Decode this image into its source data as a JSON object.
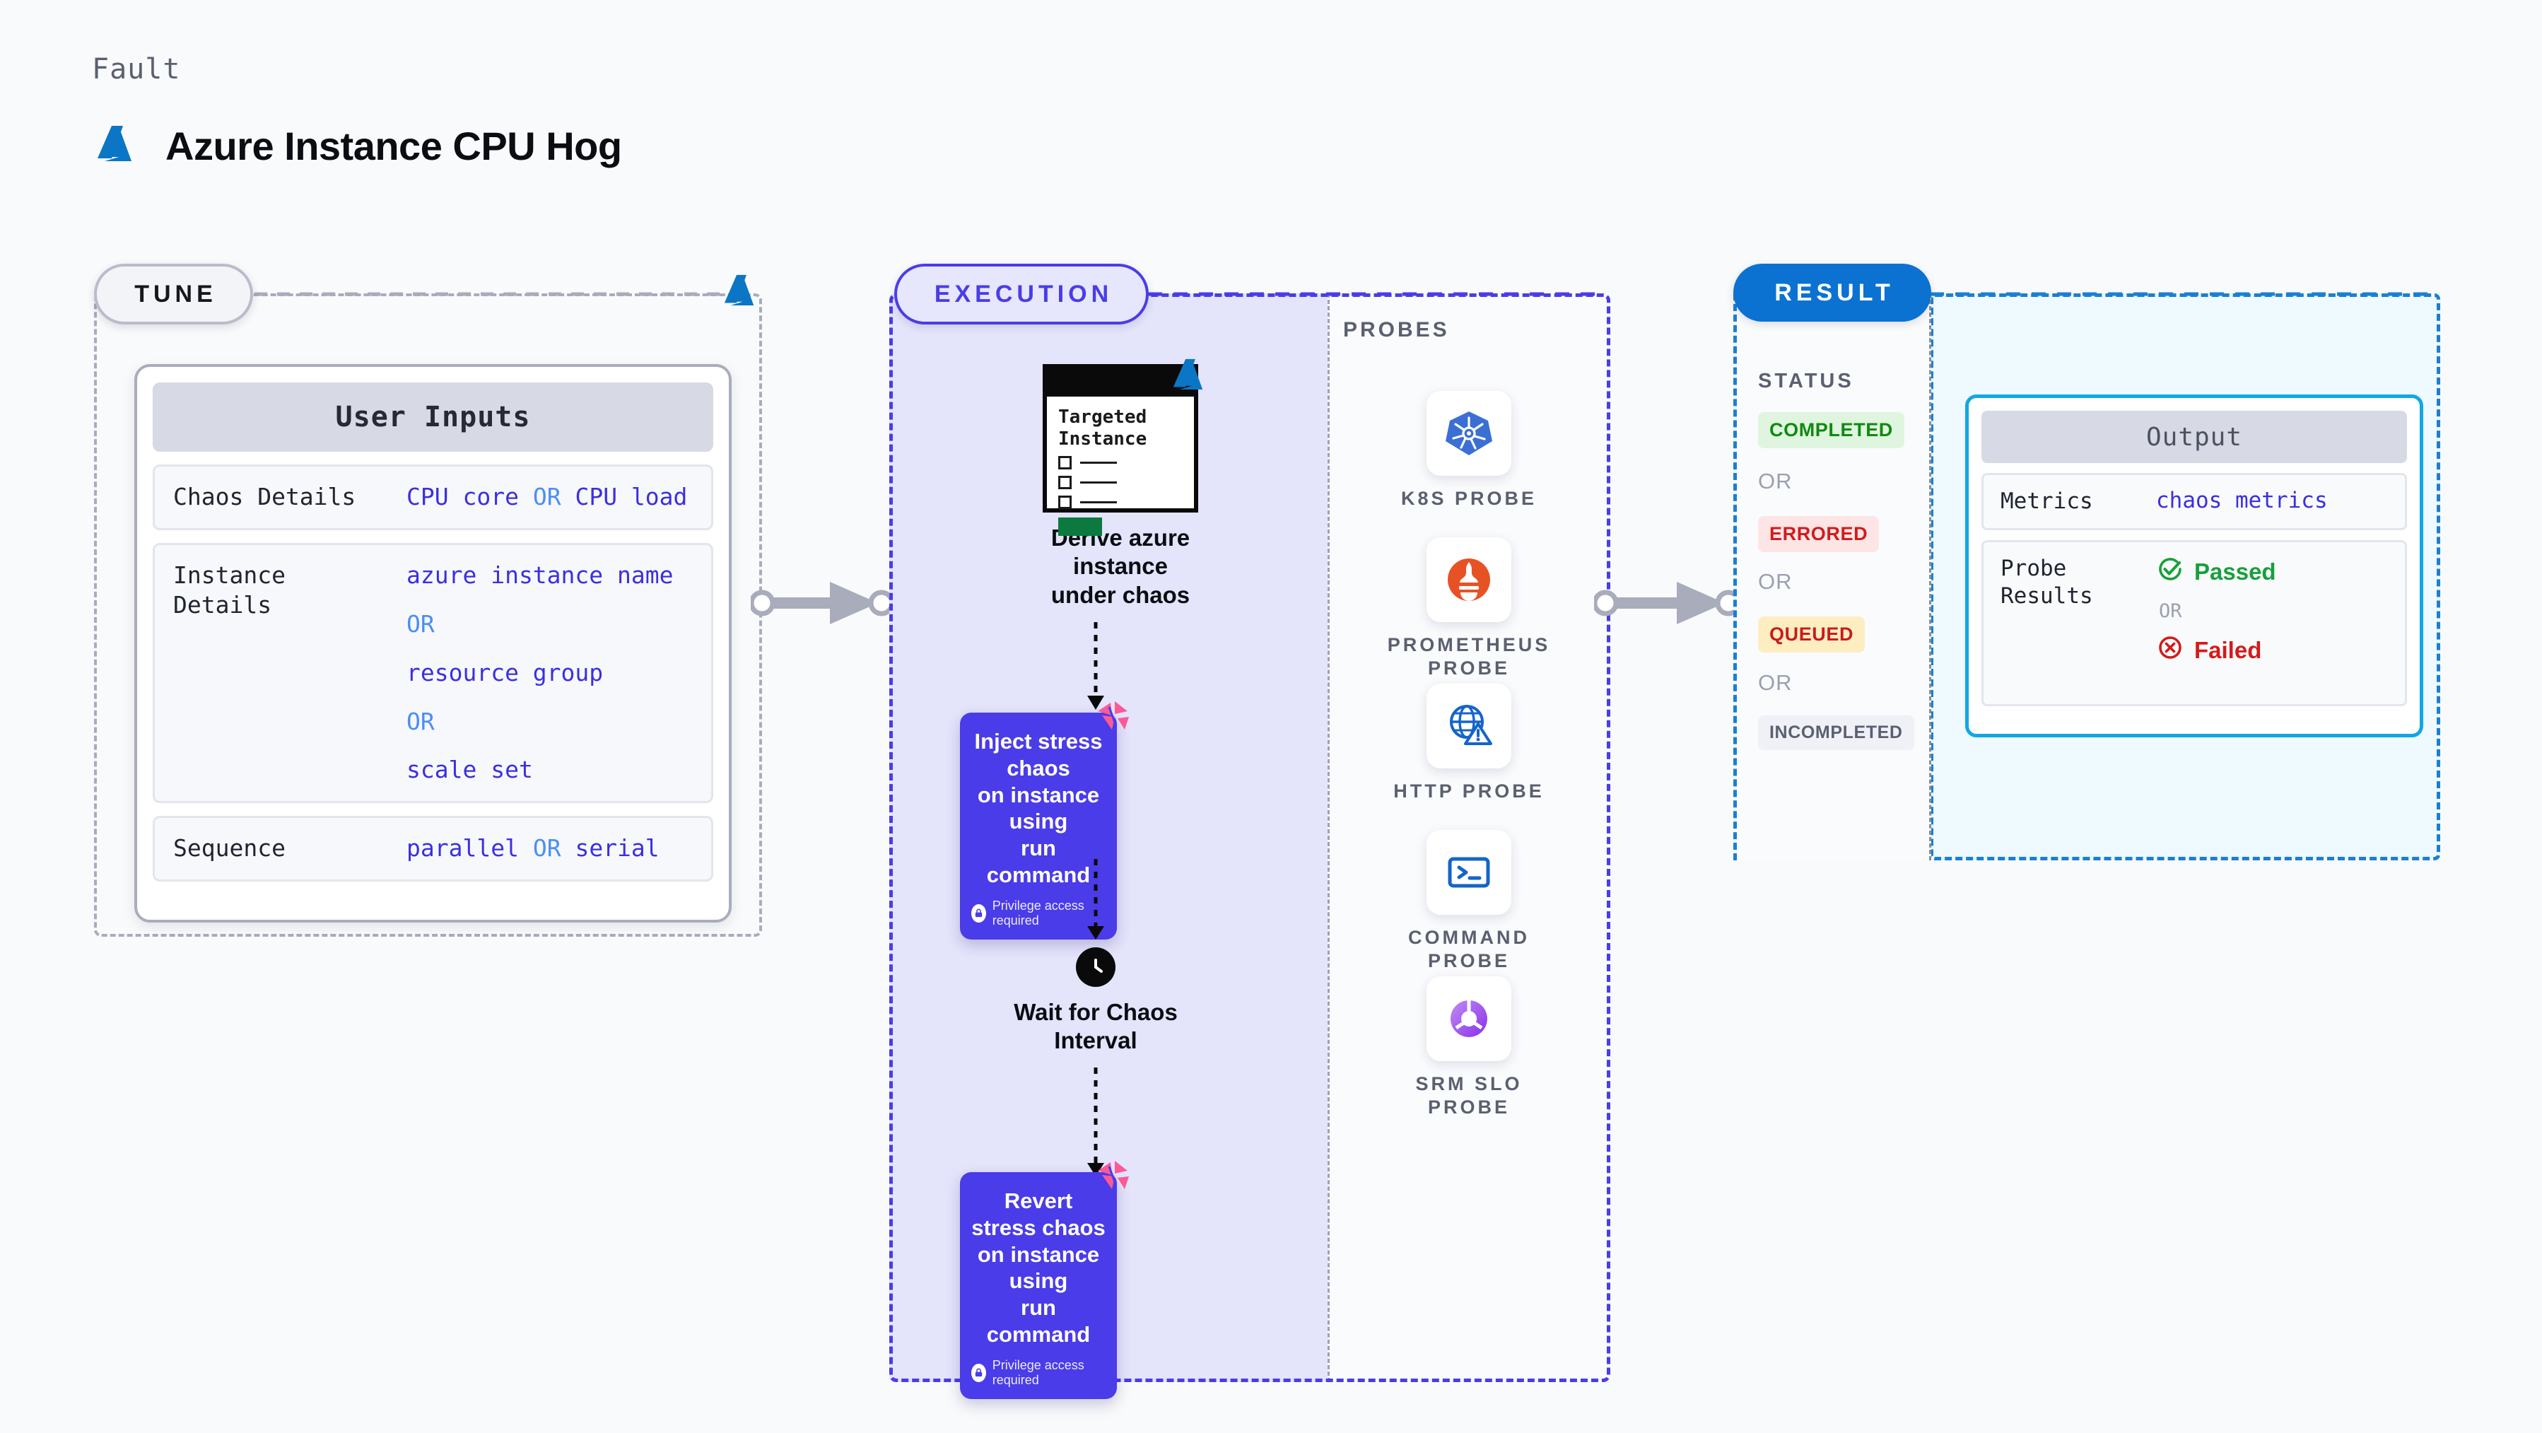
{
  "header": {
    "kicker": "Fault",
    "title": "Azure Instance CPU Hog",
    "logo_icon": "azure-logo-icon"
  },
  "tune": {
    "badge": "TUNE",
    "card_title": "User Inputs",
    "rows": [
      {
        "label": "Chaos Details",
        "inline": [
          "CPU core",
          "OR",
          "CPU load"
        ]
      },
      {
        "label": "Instance\nDetails",
        "stacked": [
          "azure instance name",
          "OR",
          "resource group",
          "OR",
          "scale set"
        ]
      },
      {
        "label": "Sequence",
        "inline": [
          "parallel",
          "OR",
          "serial"
        ]
      }
    ]
  },
  "execution": {
    "badge": "EXECUTION",
    "target_card": {
      "title": "Targeted\nInstance",
      "checkbox_count": 3,
      "button_color": "#0c7a3e"
    },
    "steps": [
      {
        "name": "derive-instance",
        "caption": "Derive azure instance\nunder chaos"
      },
      {
        "name": "inject-stress",
        "text": "Inject stress chaos\non instance using\nrun command",
        "privilege": "Privilege access required"
      },
      {
        "name": "wait-interval",
        "caption": "Wait for Chaos\nInterval"
      },
      {
        "name": "revert-stress",
        "text": "Revert stress chaos\non instance using\nrun command",
        "privilege": "Privilege access required"
      }
    ]
  },
  "probes": {
    "title": "PROBES",
    "items": [
      {
        "icon": "kubernetes-icon",
        "label": "K8S  PROBE"
      },
      {
        "icon": "prometheus-icon",
        "label": "PROMETHEUS\nPROBE"
      },
      {
        "icon": "http-globe-icon",
        "label": "HTTP  PROBE"
      },
      {
        "icon": "command-terminal-icon",
        "label": "COMMAND\nPROBE"
      },
      {
        "icon": "srm-slo-icon",
        "label": "SRM  SLO\nPROBE"
      }
    ]
  },
  "result": {
    "badge": "RESULT",
    "status_title": "STATUS",
    "or_label": "OR",
    "statuses": [
      {
        "label": "COMPLETED",
        "bg": "#dff5df",
        "fg": "#108a10"
      },
      {
        "label": "ERRORED",
        "bg": "#fde5e5",
        "fg": "#cf1d1d"
      },
      {
        "label": "QUEUED",
        "bg": "#fdeec2",
        "fg": "#c91c1c"
      },
      {
        "label": "INCOMPLETED",
        "bg": "#f0f1f6",
        "fg": "#5a6070"
      }
    ],
    "output": {
      "title": "Output",
      "metrics_label": "Metrics",
      "metrics_value": "chaos metrics",
      "probe_label": "Probe\nResults",
      "passed": "Passed",
      "failed": "Failed",
      "or_label": "OR"
    }
  },
  "colors": {
    "accent_purple": "#4a3ce8",
    "accent_blue": "#0b72d2",
    "azure_blue": "#0b76c5",
    "litmus_pink": "#fb5a96",
    "value_violet": "#3b2fe0",
    "or_blue": "#4a8ef5"
  }
}
